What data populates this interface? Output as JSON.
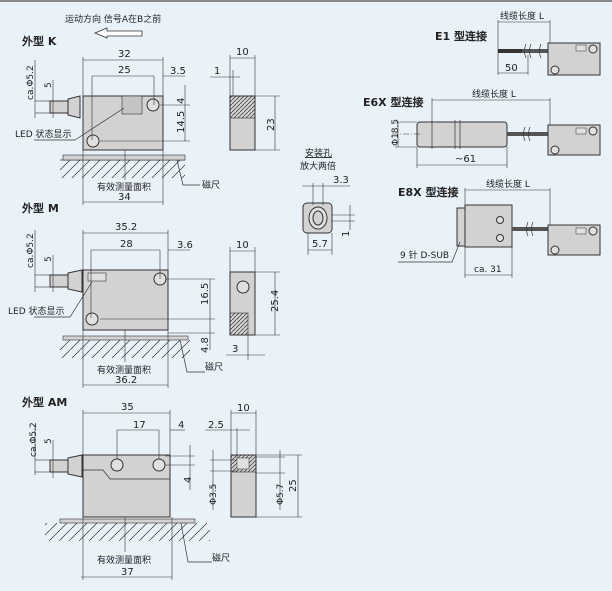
{
  "header": {
    "motion_direction": "运动方向 信号A在B之前"
  },
  "type_k": {
    "title": "外型 K",
    "dims": {
      "width": "32",
      "hole_pitch": "25",
      "edge": "3.5",
      "cable_dia": "ca.Φ5.2",
      "cable_offset": "5",
      "hole_top": "4",
      "hole_spacing": "14.5",
      "side_width": "10",
      "side_gap": "1",
      "height": "23"
    },
    "led_label": "LED 状态显示",
    "area_label": "有效测量面积",
    "area_width": "34",
    "scale_label": "磁尺"
  },
  "type_m": {
    "title": "外型 M",
    "dims": {
      "width": "35.2",
      "hole_pitch": "28",
      "edge": "3.6",
      "cable_dia": "ca.Φ5.2",
      "cable_offset": "5",
      "hole_spacing": "16.5",
      "gap": "4.8",
      "side_width": "10",
      "height": "25.4",
      "side_offset": "3"
    },
    "led_label": "LED 状态显示",
    "area_label": "有效测量面积",
    "area_width": "36.2",
    "scale_label": "磁尺"
  },
  "type_am": {
    "title": "外型 AM",
    "dims": {
      "width": "35",
      "hole_pitch": "17",
      "edge": "4",
      "cable_dia": "ca.Φ5.2",
      "cable_offset": "5",
      "hole_offset": "4",
      "side_width": "10",
      "side_edge": "2.5",
      "hole_dia": "Φ3.5",
      "head_dia": "Φ5.7",
      "height": "25"
    },
    "area_label": "有效测量面积",
    "area_width": "37",
    "scale_label": "磁尺"
  },
  "mount_hole": {
    "title_line1": "安装孔",
    "title_line2": "放大两倍",
    "dim_a": "3.3",
    "dim_b": "5.7",
    "dim_c": "1"
  },
  "e1": {
    "title": "E1 型连接",
    "cable_length": "线缆长度 L",
    "strip": "50"
  },
  "e6x": {
    "title": "E6X 型连接",
    "cable_length": "线缆长度 L",
    "diameter": "Φ18.5",
    "length": "~61"
  },
  "e8x": {
    "title": "E8X 型连接",
    "cable_length": "线缆长度 L",
    "connector": "9 针 D-SUB",
    "length": "ca. 31"
  }
}
